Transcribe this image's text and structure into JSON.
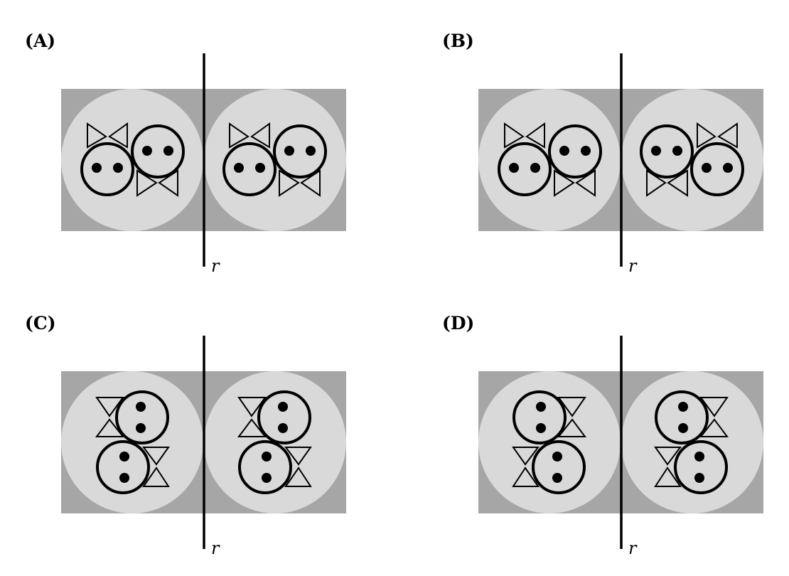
{
  "panels": [
    {
      "label": "(A)",
      "line_label": "r"
    },
    {
      "label": "(B)",
      "line_label": "r"
    },
    {
      "label": "(C)",
      "line_label": "r"
    },
    {
      "label": "(D)",
      "line_label": "r"
    }
  ],
  "colors": {
    "outer": "#a6a6a6",
    "cell": "#d9d9d9",
    "stroke": "#000000"
  }
}
